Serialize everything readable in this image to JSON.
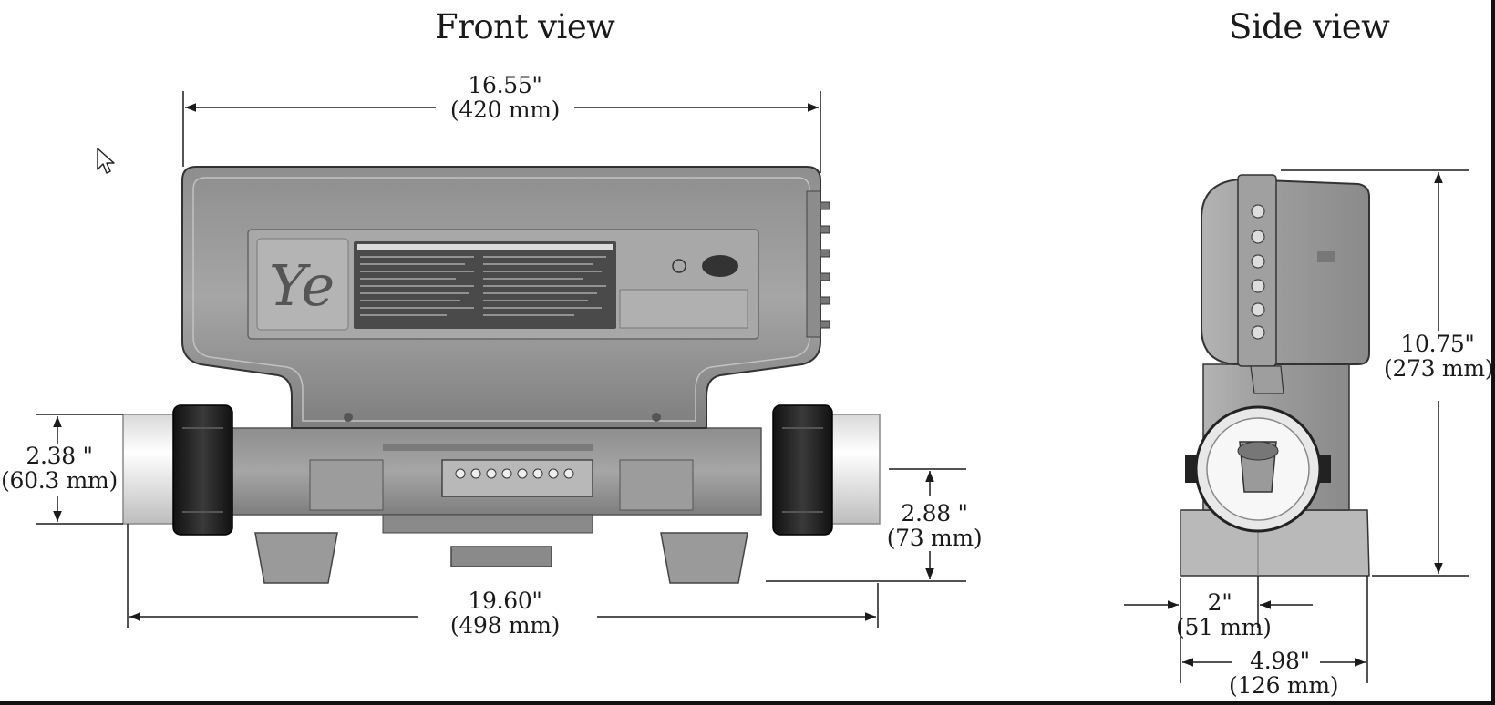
{
  "titles": {
    "front": "Front view",
    "side": "Side view"
  },
  "dimensions": {
    "front_width": {
      "imperial": "16.55\"",
      "metric": "(420 mm)"
    },
    "front_overall": {
      "imperial": "19.60\"",
      "metric": "(498 mm)"
    },
    "pipe_diameter": {
      "imperial": "2.38 \"",
      "metric": "(60.3 mm)"
    },
    "pipe_height": {
      "imperial": "2.88 \"",
      "metric": "(73 mm)"
    },
    "side_height": {
      "imperial": "10.75\"",
      "metric": "(273 mm)"
    },
    "side_offset": {
      "imperial": "2\"",
      "metric": "(51 mm)"
    },
    "side_depth": {
      "imperial": "4.98\"",
      "metric": "(126 mm)"
    }
  },
  "device": {
    "logo_text": "Ye"
  },
  "icons": {
    "cursor": "mouse-pointer-icon"
  }
}
